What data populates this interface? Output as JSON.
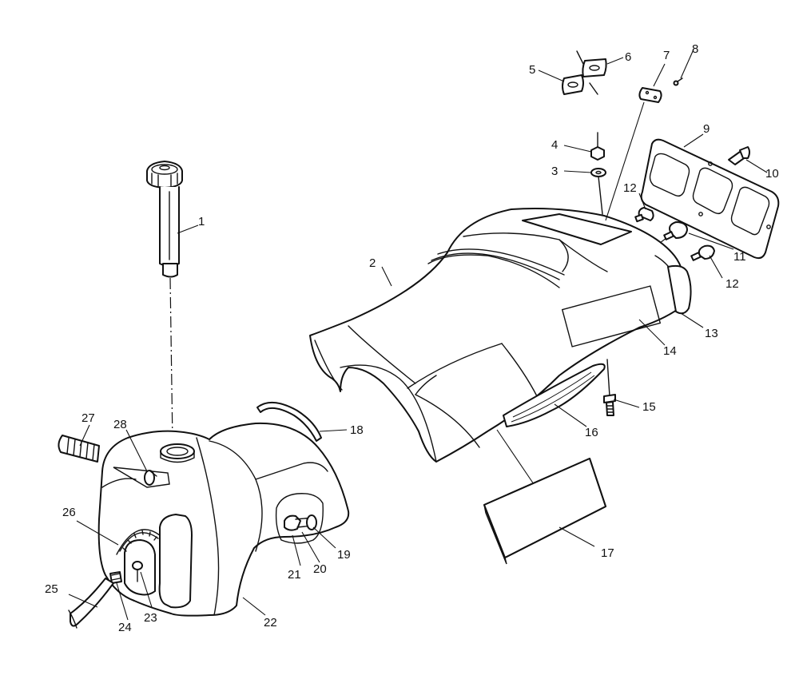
{
  "callouts": {
    "c1": "1",
    "c2": "2",
    "c3": "3",
    "c4": "4",
    "c5": "5",
    "c6": "6",
    "c7": "7",
    "c8": "8",
    "c9": "9",
    "c10": "10",
    "c11": "11",
    "c12a": "12",
    "c12b": "12",
    "c13": "13",
    "c14": "14",
    "c15": "15",
    "c16": "16",
    "c17": "17",
    "c18": "18",
    "c19": "19",
    "c20": "20",
    "c21": "21",
    "c22": "22",
    "c23": "23",
    "c24": "24",
    "c25": "25",
    "c26": "26",
    "c27": "27",
    "c28": "28"
  }
}
